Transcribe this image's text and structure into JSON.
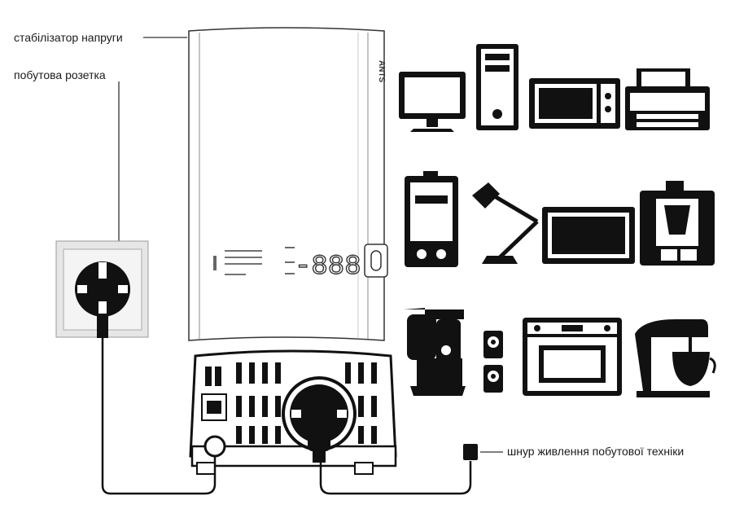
{
  "labels": {
    "stabilizer": "стабілізатор напруги",
    "household_socket": "побутова розетка",
    "power_cord": "шнур живлення побутової техніки"
  },
  "device": {
    "brand": "ANTS",
    "display_value": "-888"
  },
  "appliances": [
    {
      "name": "monitor-icon"
    },
    {
      "name": "pc-tower-icon"
    },
    {
      "name": "microwave-icon"
    },
    {
      "name": "printer-icon"
    },
    {
      "name": "water-heater-icon"
    },
    {
      "name": "desk-lamp-icon"
    },
    {
      "name": "tv-icon"
    },
    {
      "name": "coffee-machine-icon"
    },
    {
      "name": "meat-grinder-icon"
    },
    {
      "name": "speakers-icon"
    },
    {
      "name": "oven-icon"
    },
    {
      "name": "stand-mixer-icon"
    }
  ],
  "colors": {
    "ink": "#111111",
    "outline": "#333333",
    "paper": "#ffffff",
    "socket_frame": "#e6e6e6"
  }
}
